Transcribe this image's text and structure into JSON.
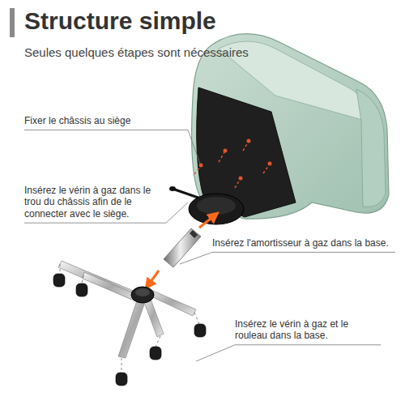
{
  "diagram": {
    "title": "Structure simple",
    "labels": [
      "Seules quelques étapes sont nécessaires",
      "Fixer le châssis au siège",
      "Insérez le vérin à gaz dans le trou du châssis afin de le connecter avec le siège.",
      "Insérez l'amortisseur à gaz dans la base.",
      "Insérez le vérin à gaz et le rouleau dans la base."
    ]
  }
}
